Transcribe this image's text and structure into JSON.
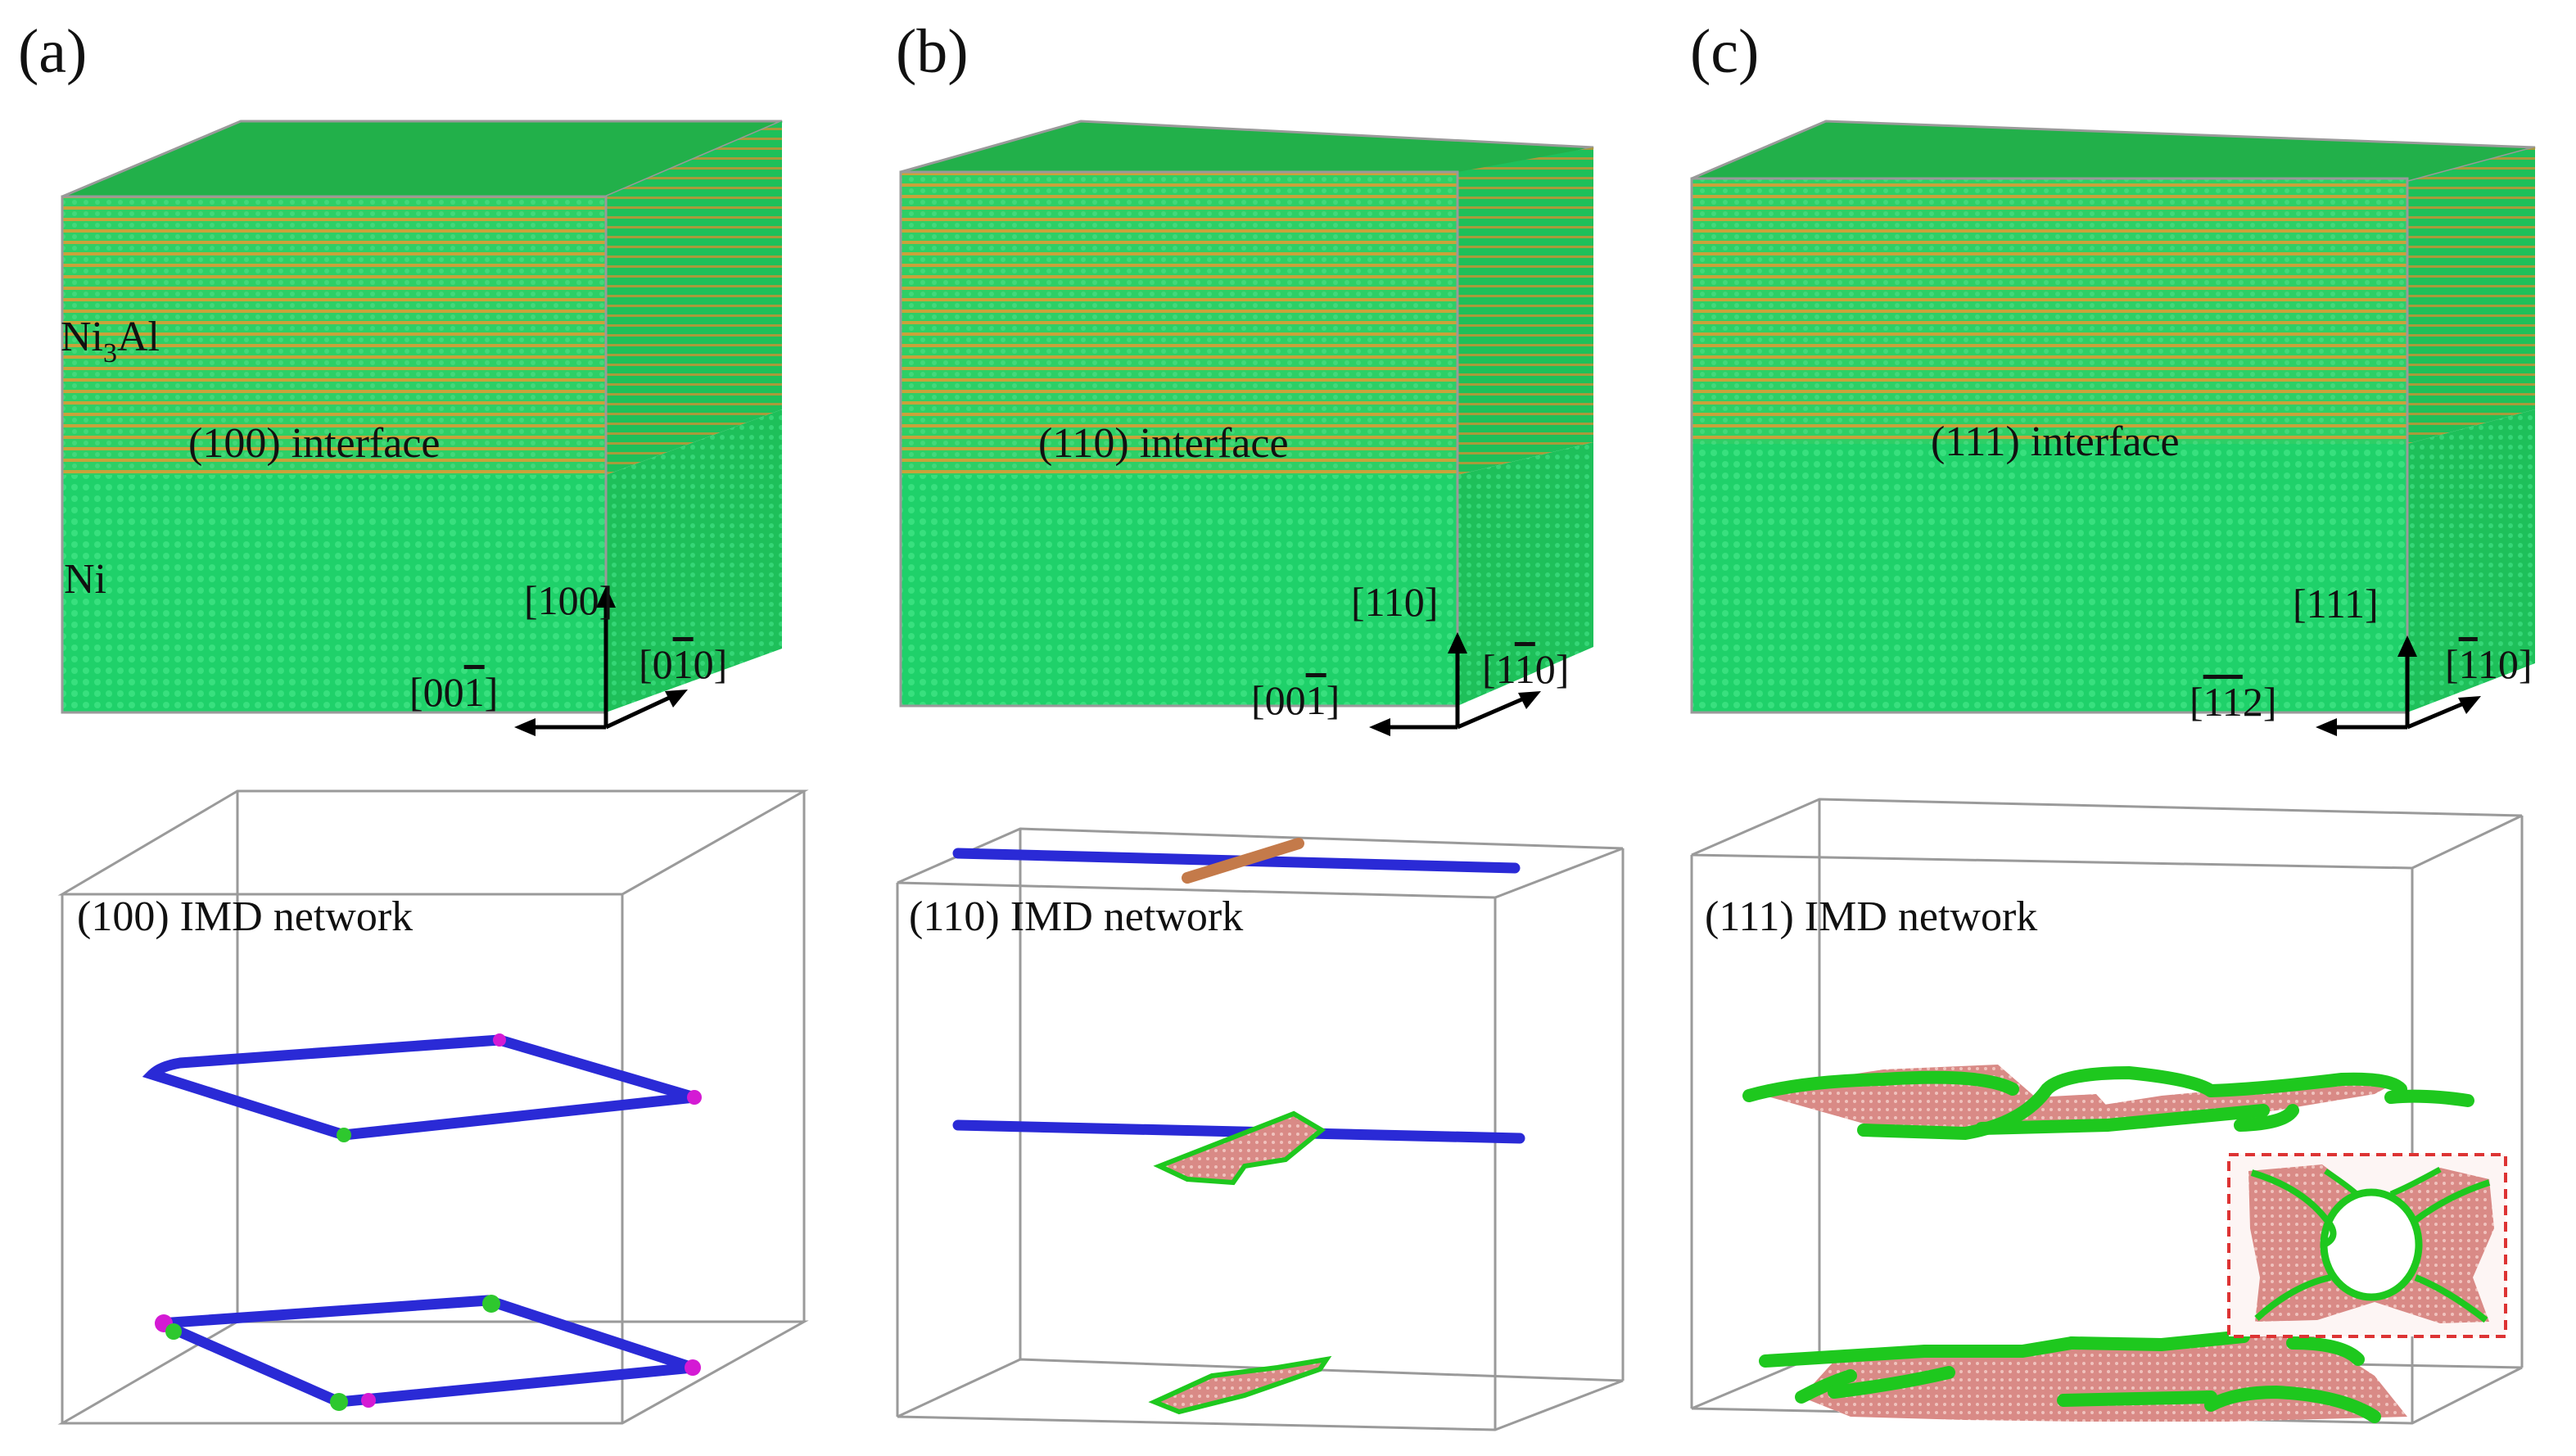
{
  "panels": [
    {
      "label": "(a)",
      "phase_top": "Ni",
      "phase_top_sub": "3",
      "phase_top_end": "Al",
      "phase_bottom": "Ni",
      "interface": "(100) interface",
      "axis_up": "[100]",
      "axis_left": "[00",
      "axis_left_bar": "1",
      "axis_left_end": "]",
      "axis_right": "[0",
      "axis_right_bar": "1",
      "axis_right_end": "0]",
      "network": "(100) IMD network"
    },
    {
      "label": "(b)",
      "interface": "(110) interface",
      "axis_up": "[110]",
      "axis_left": "[00",
      "axis_left_bar": "1",
      "axis_left_end": "]",
      "axis_right": "[1",
      "axis_right_bar": "1",
      "axis_right_end": "0]",
      "network": "(110) IMD network"
    },
    {
      "label": "(c)",
      "interface": "(111) interface",
      "axis_up": "[111]",
      "axis_left": "[",
      "axis_left_bar": "11",
      "axis_left_end": "2]",
      "axis_right": "[",
      "axis_right_bar": "1",
      "axis_right_end": "10]",
      "network": "(111) IMD network"
    }
  ],
  "colors": {
    "ni_green": "#1fd16a",
    "ni_top": "#22b04a",
    "ni3al_orange": "#c9a23a",
    "dislocation_blue": "#2a2ad6",
    "partial_green": "#1ec81e",
    "stacking_fault_red": "#d98a86",
    "node_magenta": "#d41ad4",
    "inset_border": "#d33"
  }
}
